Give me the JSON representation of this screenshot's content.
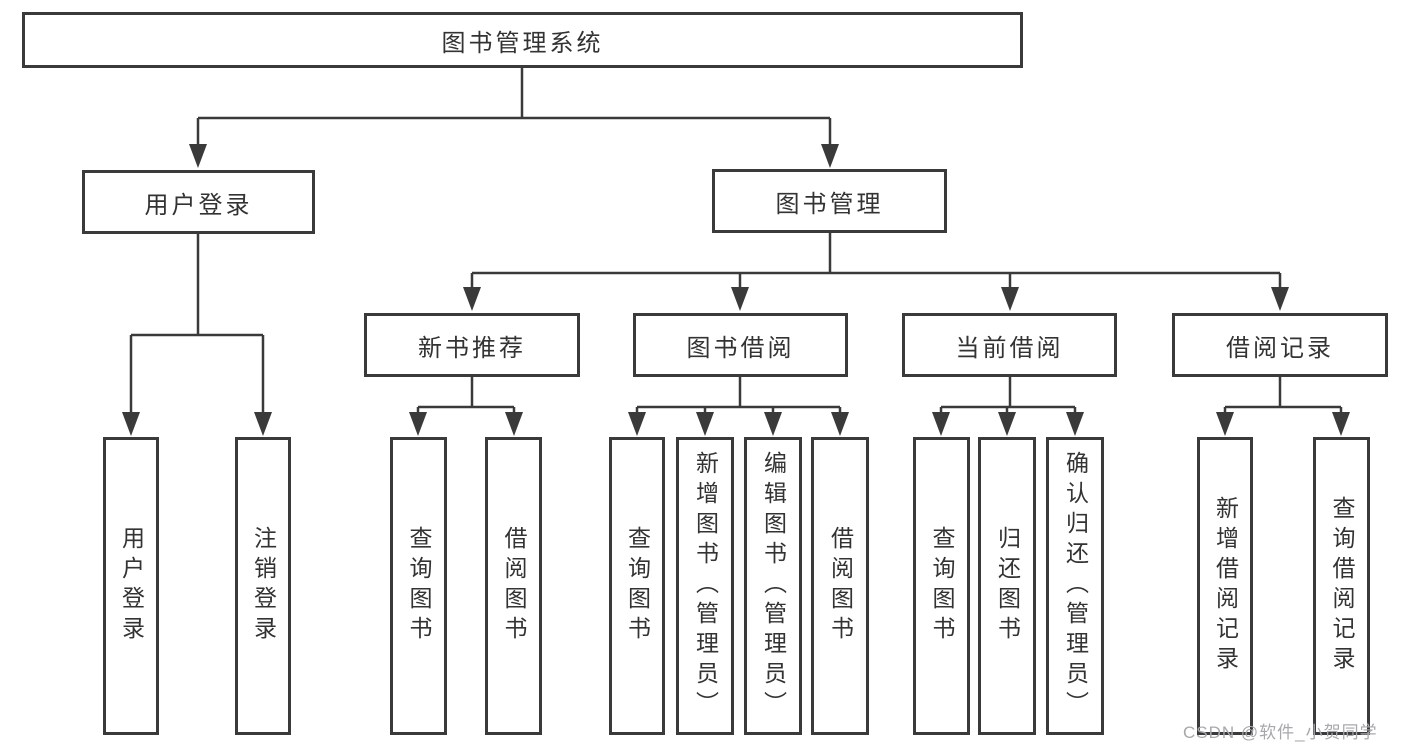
{
  "diagram": {
    "title": "图书管理系统",
    "level2": {
      "user_login": {
        "label": "用户登录"
      },
      "book_mgmt": {
        "label": "图书管理"
      }
    },
    "level3": {
      "new_books": {
        "label": "新书推荐",
        "parent": "图书管理"
      },
      "borrow": {
        "label": "图书借阅",
        "parent": "图书管理"
      },
      "current": {
        "label": "当前借阅",
        "parent": "图书管理"
      },
      "records": {
        "label": "借阅记录",
        "parent": "图书管理"
      }
    },
    "leaves": [
      {
        "label": "用户登录",
        "parent": "用户登录"
      },
      {
        "label": "注销登录",
        "parent": "用户登录"
      },
      {
        "label": "查询图书",
        "parent": "新书推荐"
      },
      {
        "label": "借阅图书",
        "parent": "新书推荐"
      },
      {
        "label": "查询图书",
        "parent": "图书借阅"
      },
      {
        "label": "新增图书（管理员）",
        "parent": "图书借阅"
      },
      {
        "label": "编辑图书（管理员）",
        "parent": "图书借阅"
      },
      {
        "label": "借阅图书",
        "parent": "图书借阅"
      },
      {
        "label": "查询图书",
        "parent": "当前借阅"
      },
      {
        "label": "归还图书",
        "parent": "当前借阅"
      },
      {
        "label": "确认归还（管理员）",
        "parent": "当前借阅"
      },
      {
        "label": "新增借阅记录",
        "parent": "借阅记录"
      },
      {
        "label": "查询借阅记录",
        "parent": "借阅记录"
      }
    ],
    "watermark": "CSDN @软件_小贺同学",
    "colors": {
      "line": "#3a3a3a",
      "box_border": "#3a3a3a",
      "text": "#333333",
      "watermark": "#a9a7ab",
      "background": "#ffffff"
    }
  }
}
